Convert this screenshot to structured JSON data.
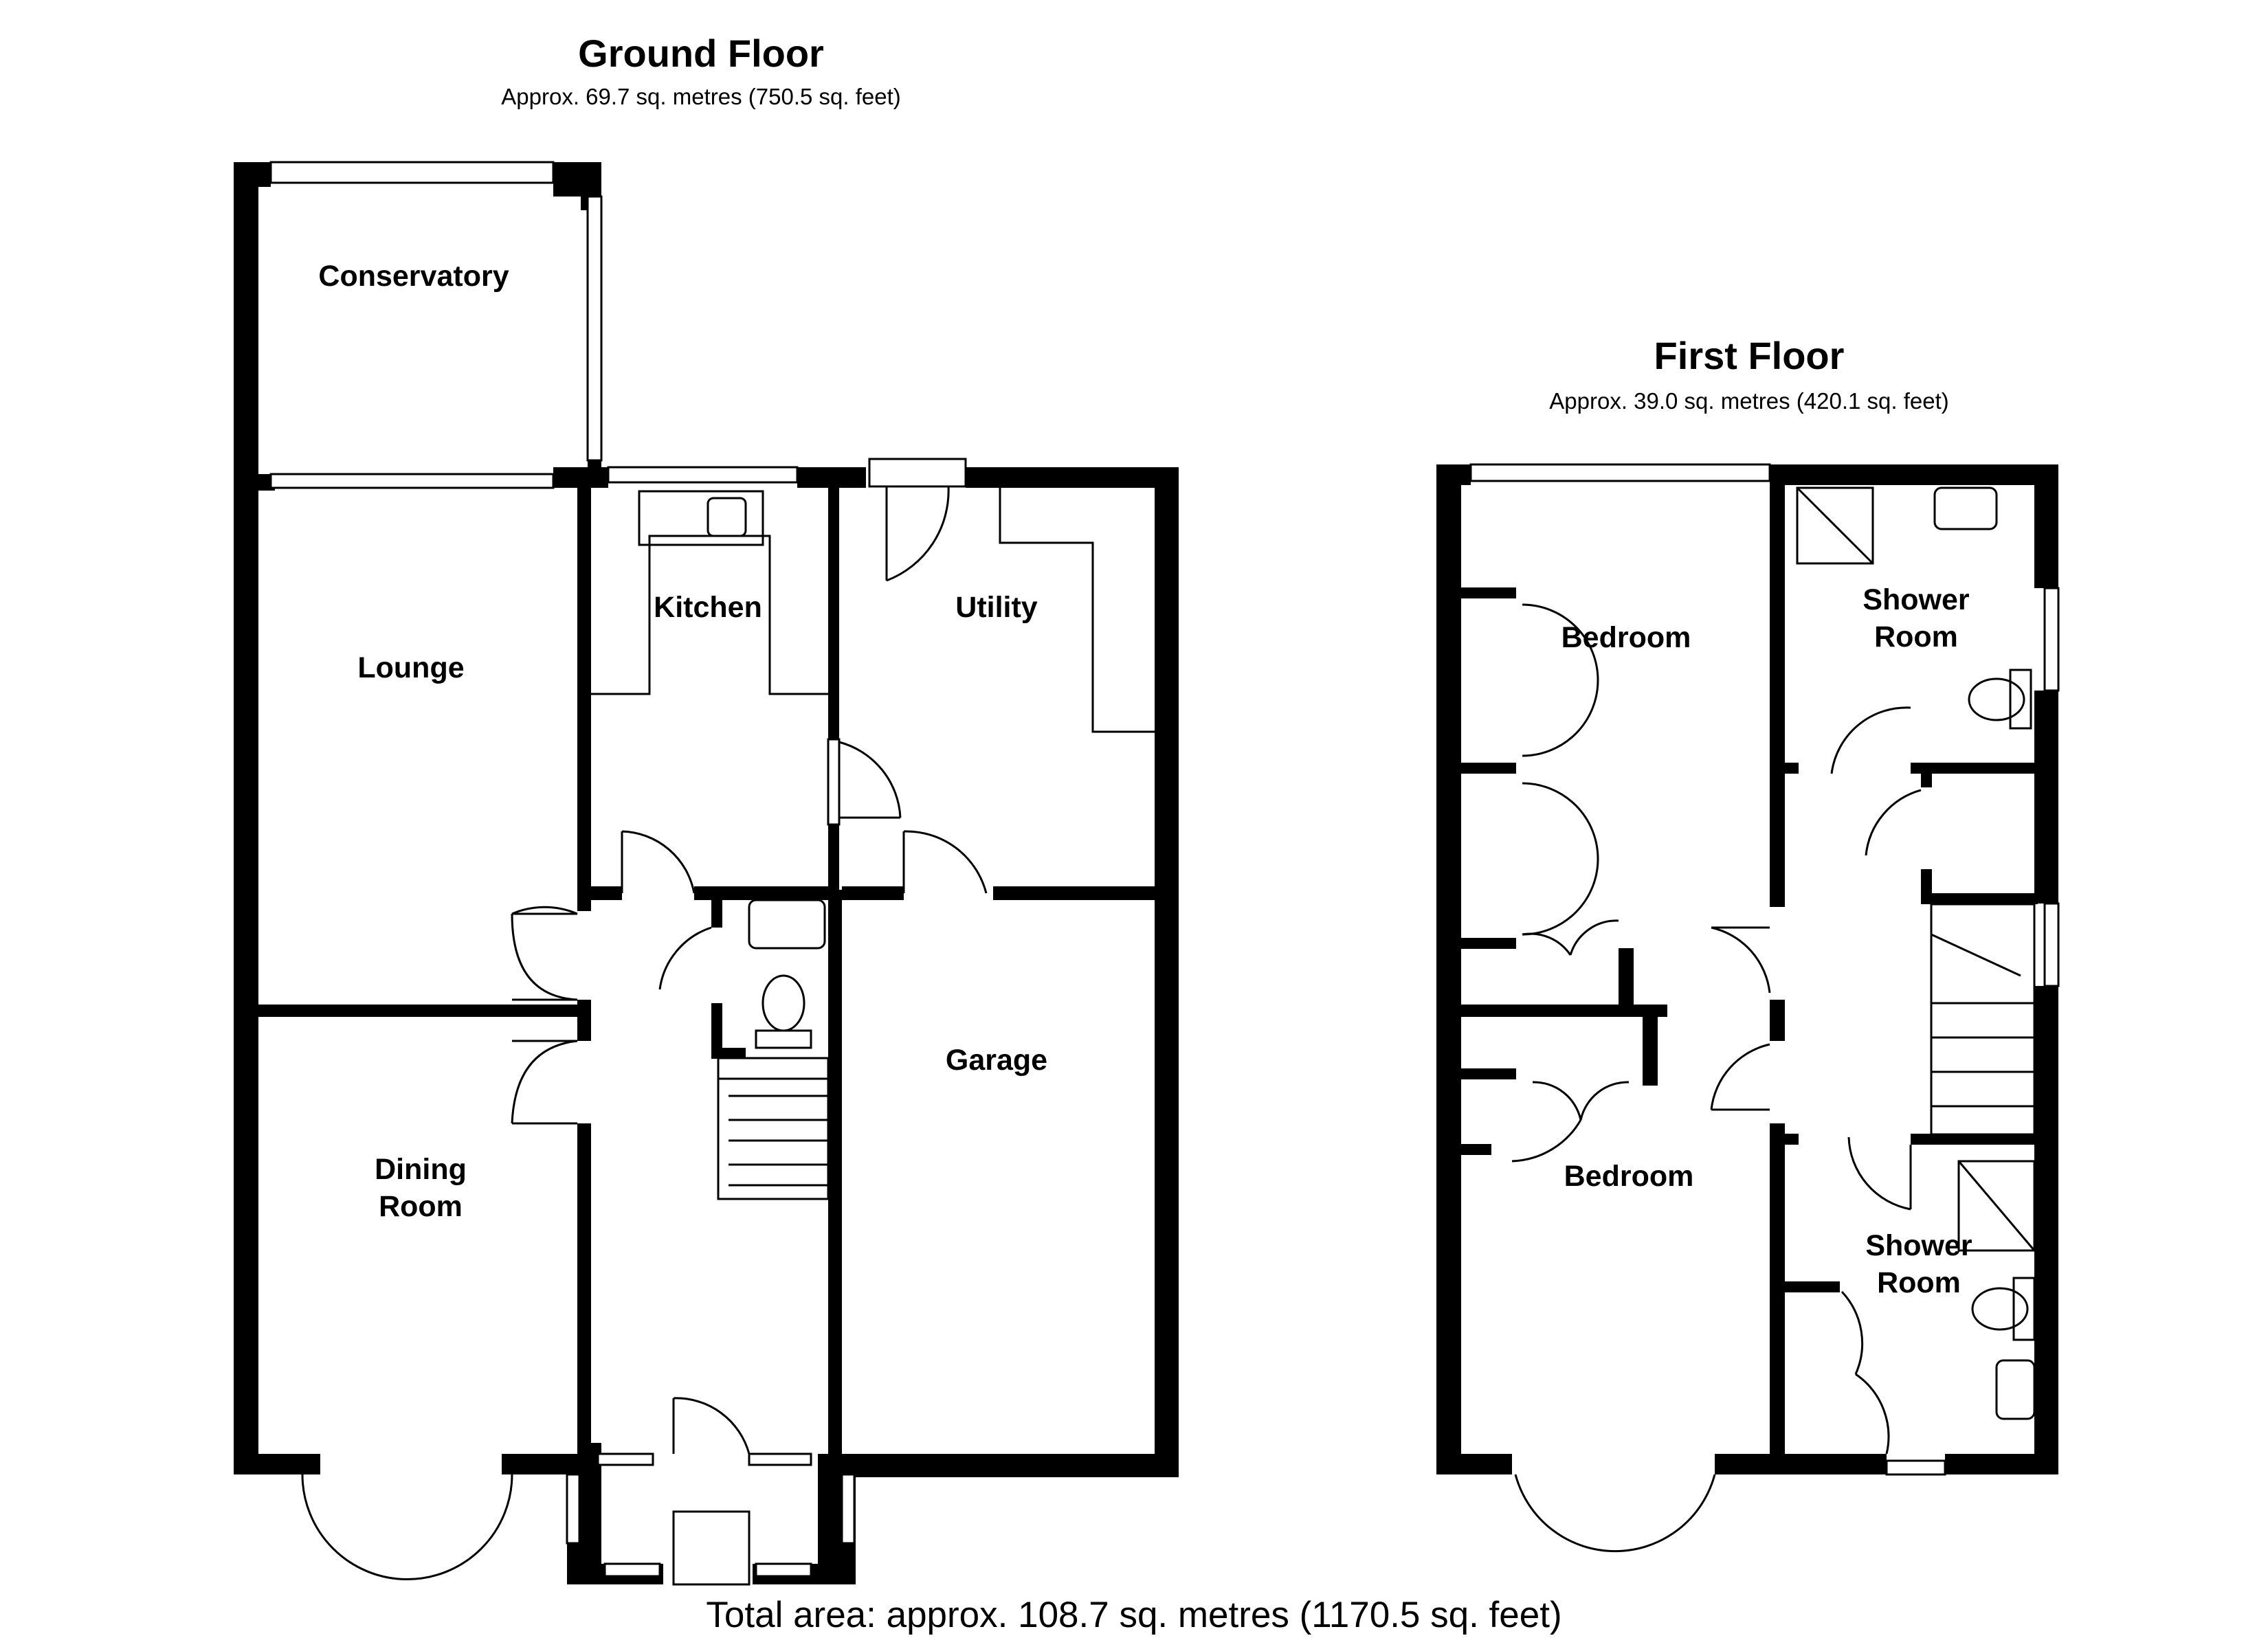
{
  "ground_floor": {
    "title": "Ground Floor",
    "area": "Approx. 69.7 sq. metres (750.5 sq. feet)",
    "rooms": {
      "conservatory": "Conservatory",
      "lounge": "Lounge",
      "kitchen": "Kitchen",
      "utility": "Utility",
      "dining_room_line1": "Dining",
      "dining_room_line2": "Room",
      "garage": "Garage"
    }
  },
  "first_floor": {
    "title": "First Floor",
    "area": "Approx. 39.0 sq. metres (420.1 sq. feet)",
    "rooms": {
      "bedroom_1": "Bedroom",
      "bedroom_2": "Bedroom",
      "shower_room_1_line1": "Shower",
      "shower_room_1_line2": "Room",
      "shower_room_2_line1": "Shower",
      "shower_room_2_line2": "Room"
    }
  },
  "total_area": "Total area: approx. 108.7 sq. metres (1170.5 sq. feet)",
  "colors": {
    "wall": "#000000",
    "fixture": "#555555",
    "background": "#ffffff"
  }
}
